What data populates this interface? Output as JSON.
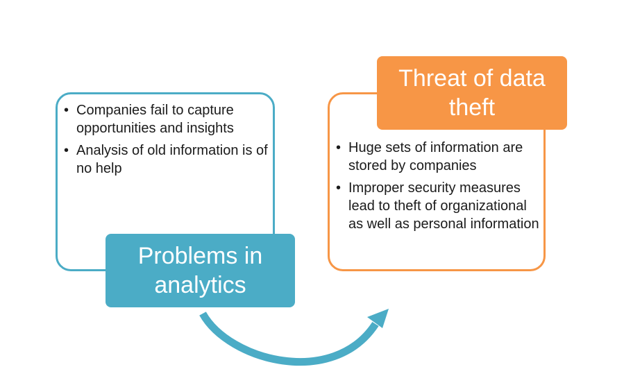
{
  "colors": {
    "blue": "#4BACC6",
    "orange": "#F79646",
    "text": "#1b1b1b"
  },
  "left_block": {
    "heading": "Problems in analytics",
    "bullets": [
      "Companies fail to capture opportunities and insights",
      "Analysis of old information is of no help"
    ]
  },
  "right_block": {
    "heading": "Threat of data theft",
    "bullets": [
      "Huge sets of information are stored by companies",
      "Improper security measures lead to theft of organizational as well as personal information"
    ]
  }
}
